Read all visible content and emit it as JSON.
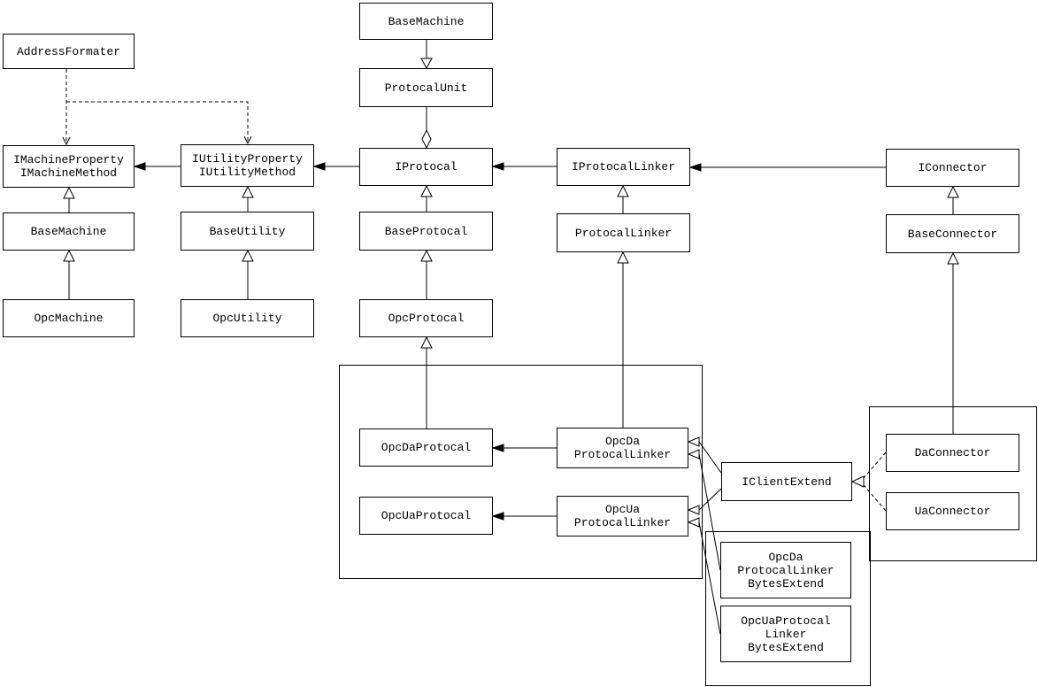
{
  "diagram": {
    "type": "uml-class-diagram",
    "colors": {
      "background": "#ffffff",
      "line": "#000000",
      "box_border": "#000000",
      "box_fill": "#ffffff",
      "text": "#000000"
    }
  },
  "nodes": {
    "address_formater": "AddressFormater",
    "base_machine_top": "BaseMachine",
    "protocal_unit": "ProtocalUnit",
    "i_machine": "IMachineProperty\nIMachineMethod",
    "i_utility": "IUtilityProperty\nIUtilityMethod",
    "i_protocal": "IProtocal",
    "i_protocal_linker": "IProtocalLinker",
    "i_connector": "IConnector",
    "base_machine_left": "BaseMachine",
    "base_utility": "BaseUtility",
    "base_protocal": "BaseProtocal",
    "protocal_linker": "ProtocalLinker",
    "base_connector": "BaseConnector",
    "opc_machine": "OpcMachine",
    "opc_utility": "OpcUtility",
    "opc_protocal": "OpcProtocal",
    "opc_da_protocal": "OpcDaProtocal",
    "opc_da_protocal_linker": "OpcDa\nProtocalLinker",
    "opc_ua_protocal": "OpcUaProtocal",
    "opc_ua_protocal_linker": "OpcUa\nProtocalLinker",
    "i_client_extend": "IClientExtend",
    "da_connector": "DaConnector",
    "ua_connector": "UaConnector",
    "opc_da_linker_bytes_extend": "OpcDa\nProtocalLinker\nBytesExtend",
    "opc_ua_linker_bytes_extend": "OpcUaProtocal\nLinker\nBytesExtend"
  },
  "edges": [
    {
      "from": "BaseMachine(top)",
      "to": "ProtocalUnit",
      "type": "generalization"
    },
    {
      "from": "ProtocalUnit",
      "to": "IProtocal",
      "type": "aggregation"
    },
    {
      "from": "IProtocal",
      "to": "IUtilityProperty/IUtilityMethod",
      "type": "association"
    },
    {
      "from": "IUtilityProperty/IUtilityMethod",
      "to": "IMachineProperty/IMachineMethod",
      "type": "association"
    },
    {
      "from": "IProtocalLinker",
      "to": "IProtocal",
      "type": "association"
    },
    {
      "from": "IConnector",
      "to": "IProtocalLinker",
      "type": "association"
    },
    {
      "from": "AddressFormater",
      "to": "IMachineProperty/IMachineMethod",
      "type": "dependency"
    },
    {
      "from": "AddressFormater",
      "to": "IUtilityProperty/IUtilityMethod",
      "type": "dependency"
    },
    {
      "from": "BaseMachine",
      "to": "IMachineProperty/IMachineMethod",
      "type": "generalization"
    },
    {
      "from": "OpcMachine",
      "to": "BaseMachine",
      "type": "generalization"
    },
    {
      "from": "BaseUtility",
      "to": "IUtilityProperty/IUtilityMethod",
      "type": "generalization"
    },
    {
      "from": "OpcUtility",
      "to": "BaseUtility",
      "type": "generalization"
    },
    {
      "from": "BaseProtocal",
      "to": "IProtocal",
      "type": "generalization"
    },
    {
      "from": "OpcProtocal",
      "to": "BaseProtocal",
      "type": "generalization"
    },
    {
      "from": "OpcDaProtocal",
      "to": "OpcProtocal",
      "type": "generalization"
    },
    {
      "from": "ProtocalLinker",
      "to": "IProtocalLinker",
      "type": "generalization"
    },
    {
      "from": "OpcDaProtocalLinker",
      "to": "ProtocalLinker",
      "type": "generalization"
    },
    {
      "from": "OpcDaProtocalLinker",
      "to": "OpcDaProtocal",
      "type": "association"
    },
    {
      "from": "OpcUaProtocalLinker",
      "to": "OpcUaProtocal",
      "type": "association"
    },
    {
      "from": "BaseConnector",
      "to": "IConnector",
      "type": "generalization"
    },
    {
      "from": "DaConnector",
      "to": "BaseConnector",
      "type": "generalization"
    },
    {
      "from": "DaConnector",
      "to": "IClientExtend",
      "type": "realization"
    },
    {
      "from": "UaConnector",
      "to": "IClientExtend",
      "type": "realization"
    },
    {
      "from": "IClientExtend",
      "to": "OpcDaProtocalLinker",
      "type": "generalization"
    },
    {
      "from": "IClientExtend",
      "to": "OpcUaProtocalLinker",
      "type": "generalization"
    },
    {
      "from": "OpcDaProtocalLinkerBytesExtend",
      "to": "OpcDaProtocalLinker",
      "type": "generalization"
    },
    {
      "from": "OpcUaProtocalLinkerBytesExtend",
      "to": "OpcUaProtocalLinker",
      "type": "generalization"
    }
  ]
}
